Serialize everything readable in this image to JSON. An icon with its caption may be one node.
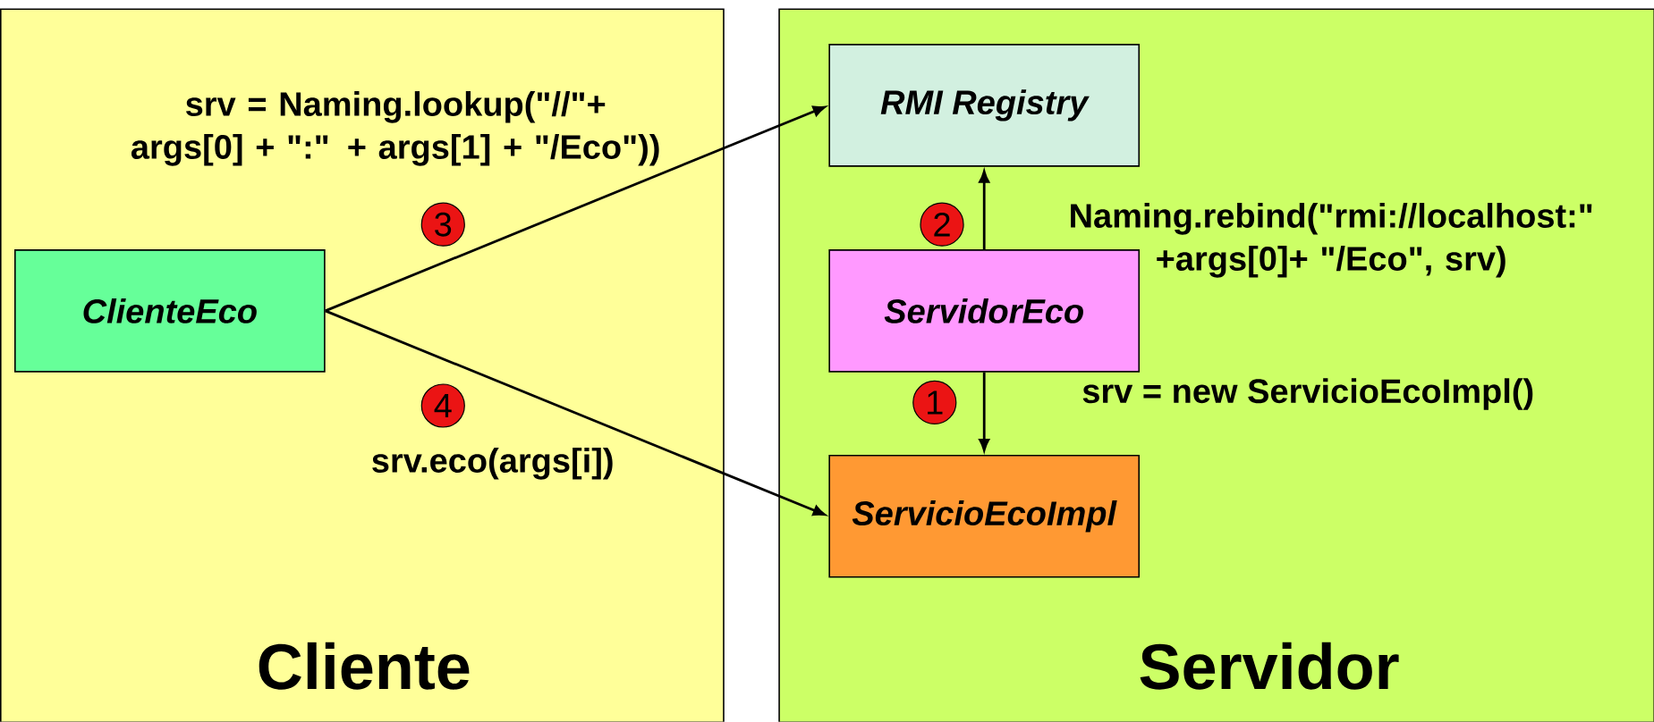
{
  "diagram": {
    "nodes": [
      {
        "text": [
          "Cliente"
        ]
      },
      {
        "text": [
          "ClienteEco"
        ],
        "in": 0
      },
      {
        "text": [
          "Servidor"
        ]
      },
      {
        "text": [
          "RMI Registry"
        ],
        "in": 2
      },
      {
        "text": [
          "ServidorEco"
        ],
        "in": 2
      },
      {
        "text": [
          "ServicioEcoImpl"
        ],
        "in": 2
      }
    ],
    "edges": [
      {
        "from": 4,
        "to": 3,
        "arrow": "to"
      },
      {
        "from": 4,
        "to": 5,
        "arrow": "to"
      },
      {
        "from": 1,
        "to": 3,
        "arrow": "to"
      },
      {
        "from": 1,
        "to": 5,
        "arrow": "to"
      }
    ],
    "labels": [
      "srv = Naming.lookup(\"//\"+ args[0] + \":\" + args[1] + \"/Eco\"))",
      "3",
      "Naming.rebind(\"rmi://localhost:\" +args[0]+ \"/Eco\", srv)",
      "2",
      "srv = new ServicioEcoImpl()",
      "1",
      "4",
      "srv.eco(args[i])"
    ]
  }
}
